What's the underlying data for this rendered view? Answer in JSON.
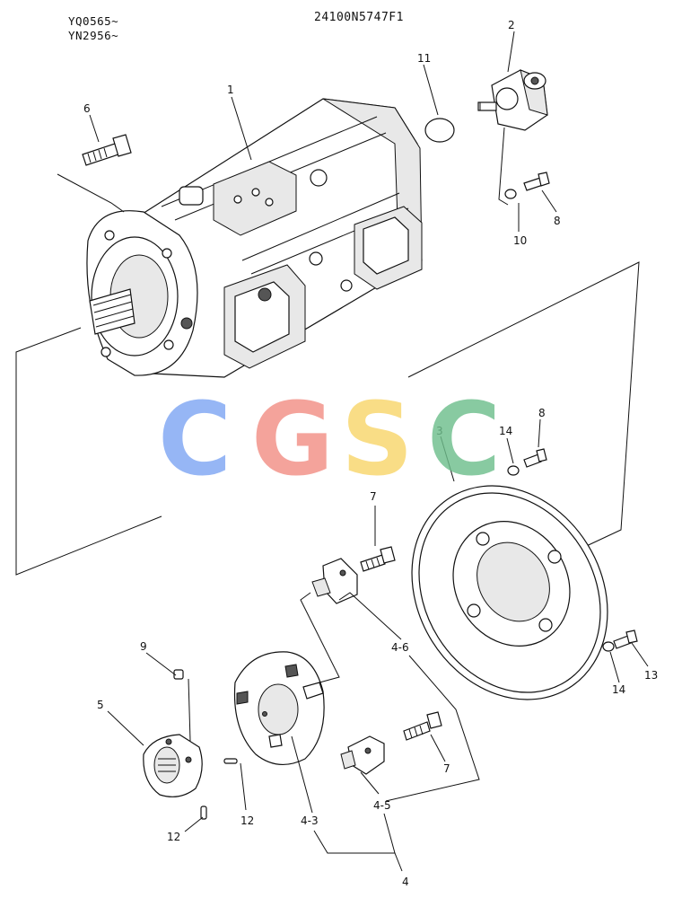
{
  "header": {
    "serial_1": "YQ0565~",
    "serial_2": "YN2956~",
    "drawing_number": "24100N5747F1"
  },
  "watermark": {
    "letters": [
      "C",
      "G",
      "S",
      "C"
    ],
    "colors": [
      "#7fa7f4",
      "#f28f86",
      "#f8d66c",
      "#6fbf8d"
    ]
  },
  "callouts": {
    "c1": "1",
    "c2": "2",
    "c3": "3",
    "c4": "4",
    "c4_3": "4-3",
    "c4_5": "4-5",
    "c4_6": "4-6",
    "c5": "5",
    "c6": "6",
    "c7a": "7",
    "c7b": "7",
    "c8a": "8",
    "c8b": "8",
    "c9": "9",
    "c10": "10",
    "c11": "11",
    "c12a": "12",
    "c12b": "12",
    "c13": "13",
    "c14a": "14",
    "c14b": "14"
  }
}
